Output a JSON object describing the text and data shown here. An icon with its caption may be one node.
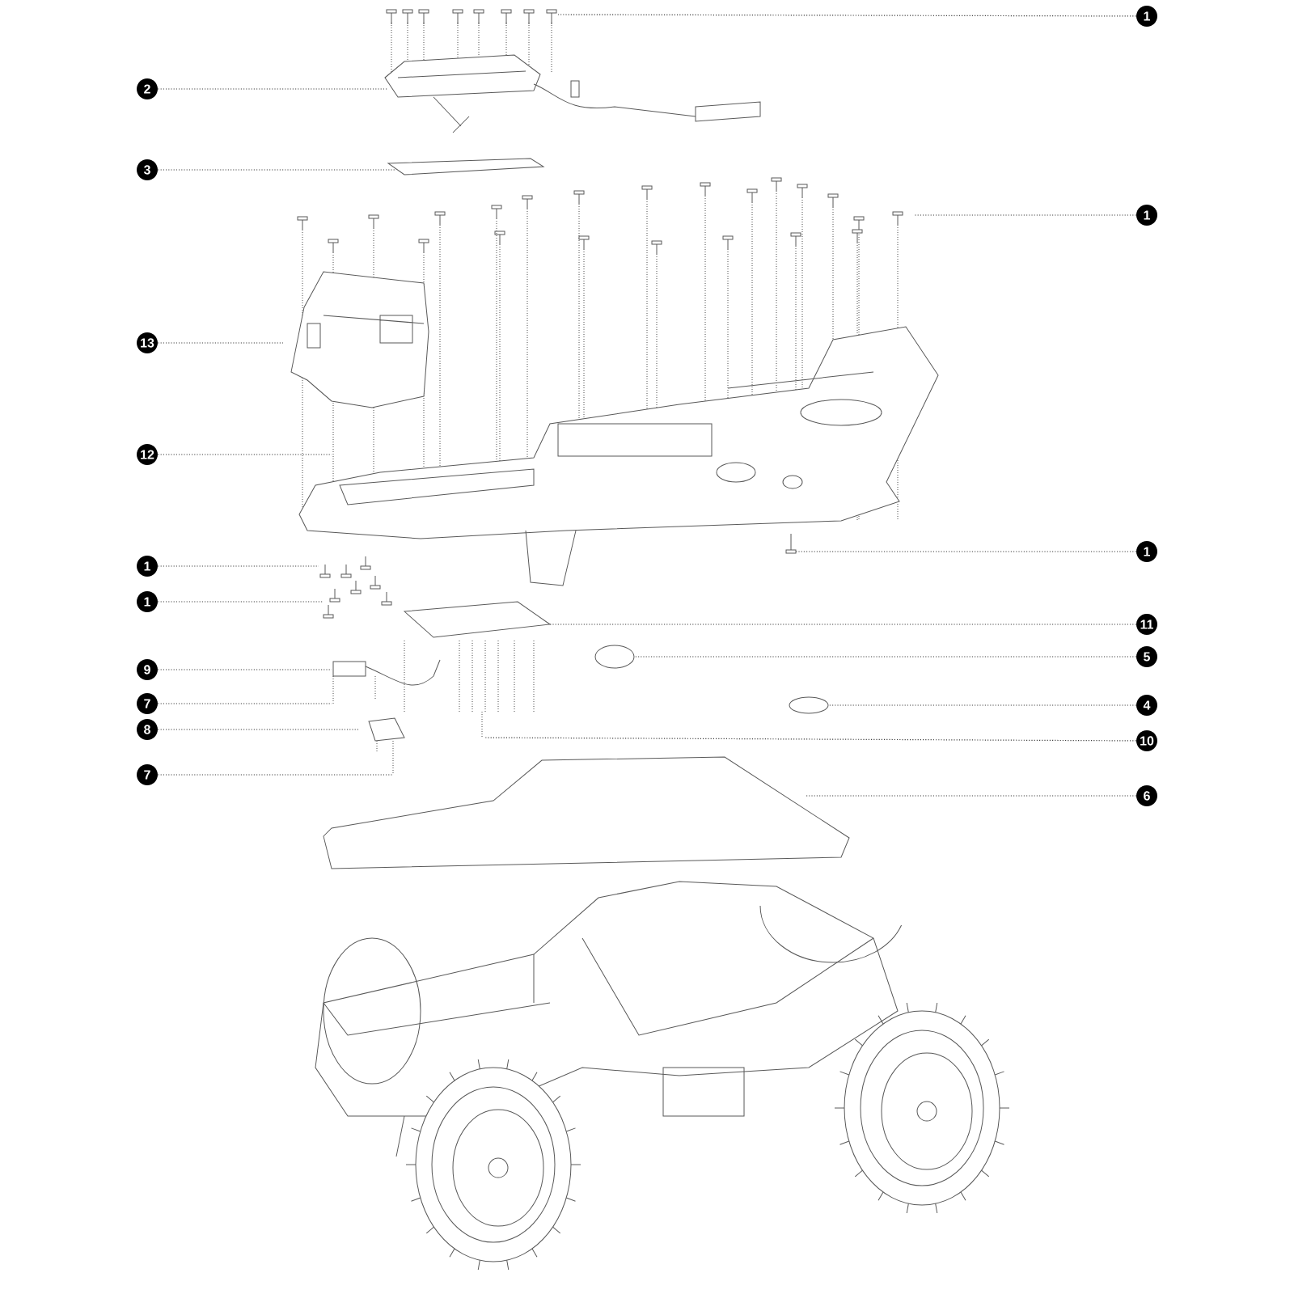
{
  "diagram": {
    "nodes": [
      {
        "text": [
          "1"
        ]
      },
      {
        "text": [
          "2"
        ]
      },
      {
        "text": [
          "3"
        ]
      },
      {
        "text": [
          "1"
        ]
      },
      {
        "text": [
          "13"
        ]
      },
      {
        "text": [
          "12"
        ]
      },
      {
        "text": [
          "1"
        ]
      },
      {
        "text": [
          "1"
        ]
      },
      {
        "text": [
          "1"
        ]
      },
      {
        "text": [
          "11"
        ]
      },
      {
        "text": [
          "5"
        ]
      },
      {
        "text": [
          "9"
        ]
      },
      {
        "text": [
          "7"
        ]
      },
      {
        "text": [
          "4"
        ]
      },
      {
        "text": [
          "8"
        ]
      },
      {
        "text": [
          "10"
        ]
      },
      {
        "text": [
          "7"
        ]
      },
      {
        "text": [
          "6"
        ]
      }
    ],
    "edges": [
      {
        "from": 0,
        "to": null,
        "arrow": "none"
      },
      {
        "from": 1,
        "to": null,
        "arrow": "none"
      },
      {
        "from": 2,
        "to": null,
        "arrow": "none"
      },
      {
        "from": 3,
        "to": null,
        "arrow": "none"
      },
      {
        "from": 4,
        "to": null,
        "arrow": "none"
      },
      {
        "from": 5,
        "to": null,
        "arrow": "none"
      },
      {
        "from": 6,
        "to": null,
        "arrow": "none"
      },
      {
        "from": 7,
        "to": null,
        "arrow": "none"
      },
      {
        "from": 8,
        "to": null,
        "arrow": "none"
      },
      {
        "from": 9,
        "to": null,
        "arrow": "none"
      },
      {
        "from": 10,
        "to": null,
        "arrow": "none"
      },
      {
        "from": 11,
        "to": null,
        "arrow": "none"
      },
      {
        "from": 12,
        "to": null,
        "arrow": "none"
      },
      {
        "from": 13,
        "to": null,
        "arrow": "none"
      },
      {
        "from": 14,
        "to": null,
        "arrow": "none"
      },
      {
        "from": 15,
        "to": null,
        "arrow": "none"
      },
      {
        "from": 16,
        "to": null,
        "arrow": "none"
      },
      {
        "from": 17,
        "to": null,
        "arrow": "none"
      }
    ]
  }
}
